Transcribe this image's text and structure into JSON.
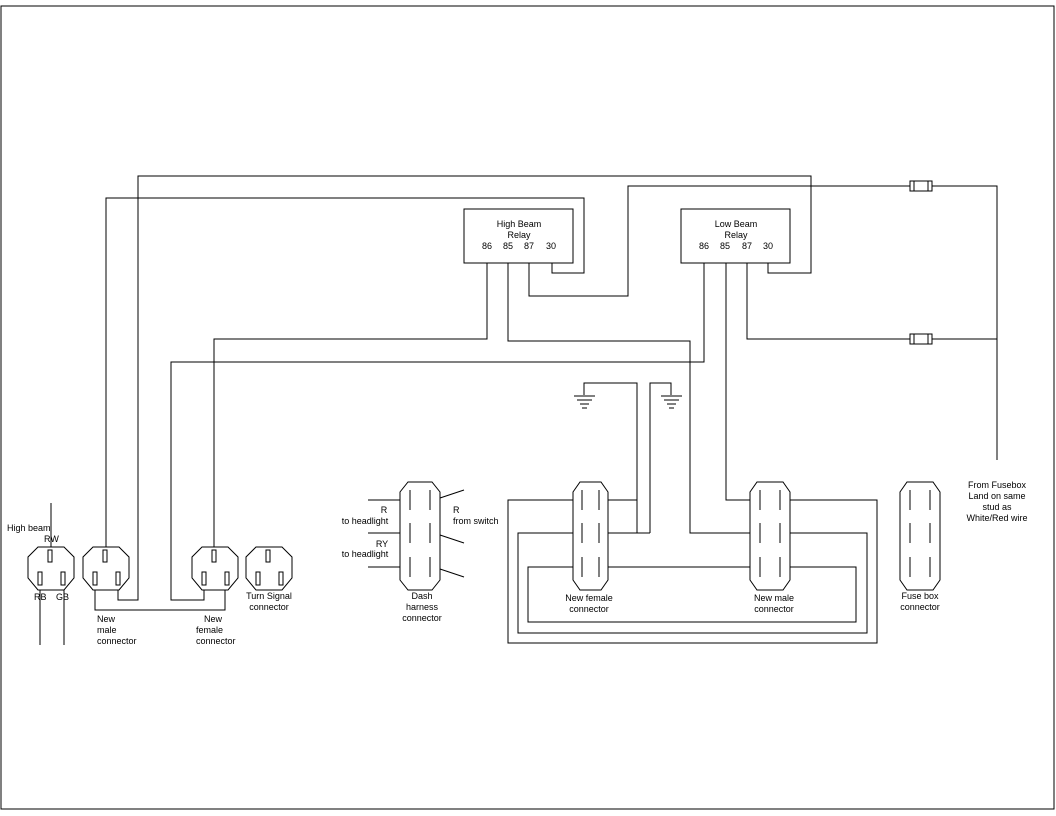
{
  "relays": {
    "high_beam": {
      "title_line1": "High Beam",
      "title_line2": "Relay",
      "pins": [
        "86",
        "85",
        "87",
        "30"
      ]
    },
    "low_beam": {
      "title_line1": "Low Beam",
      "title_line2": "Relay",
      "pins": [
        "86",
        "85",
        "87",
        "30"
      ]
    }
  },
  "headlight_plug": {
    "label": "High beam",
    "top_wire": "RW",
    "left_wire": "RB",
    "right_wire": "GB"
  },
  "connectors": {
    "new_male_left": {
      "line1": "New",
      "line2": "male",
      "line3": "connector"
    },
    "new_female_left": {
      "line1": "New",
      "line2": "female",
      "line3": "connector"
    },
    "turn_signal": {
      "line1": "Turn Signal",
      "line2": "connector"
    },
    "dash_harness": {
      "line1": "Dash",
      "line2": "harness",
      "line3": "connector",
      "left_label1_a": "R",
      "left_label1_b": "to headlight",
      "left_label2_a": "RY",
      "left_label2_b": "to headlight",
      "right_label_a": "R",
      "right_label_b": "from switch"
    },
    "new_female_right": {
      "line1": "New female",
      "line2": "connector"
    },
    "new_male_right": {
      "line1": "New male",
      "line2": "connector"
    },
    "fuse_box": {
      "line1": "Fuse box",
      "line2": "connector"
    }
  },
  "fusebox_note": {
    "line1": "From Fusebox",
    "line2": "Land on same",
    "line3": "stud as",
    "line4": "White/Red wire"
  }
}
